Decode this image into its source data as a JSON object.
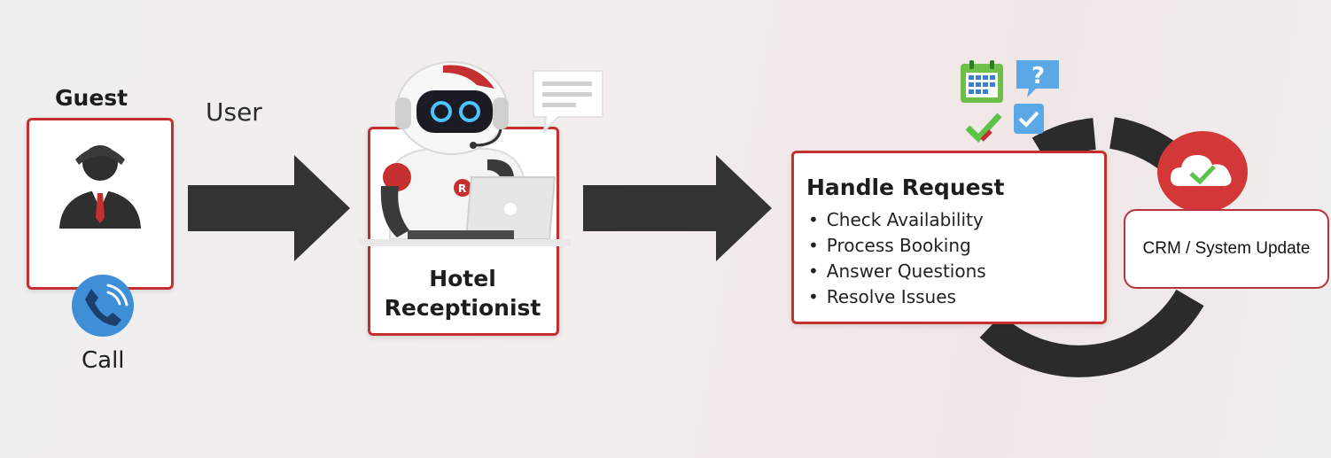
{
  "guest": {
    "title": "Guest",
    "call_label": "Call"
  },
  "flow": {
    "user_label": "User"
  },
  "receptionist": {
    "line1": "Hotel",
    "line2": "Receptionist"
  },
  "handle_request": {
    "title": "Handle Request",
    "items": [
      "Check Availability",
      "Process Booking",
      "Answer Questions",
      "Resolve Issues"
    ]
  },
  "crm": {
    "label": "CRM / System Update"
  },
  "colors": {
    "accent_red": "#c62f2f",
    "arrow": "#333333",
    "ring": "#2b2b2b",
    "phone_blue": "#3f8fd8",
    "check_green": "#5cc34a"
  },
  "icons": [
    "person-icon",
    "phone-icon",
    "robot-icon",
    "chat-bubble-icon",
    "laptop-icon",
    "calendar-icon",
    "question-icon",
    "checkbox-icon",
    "cloud-check-icon"
  ]
}
